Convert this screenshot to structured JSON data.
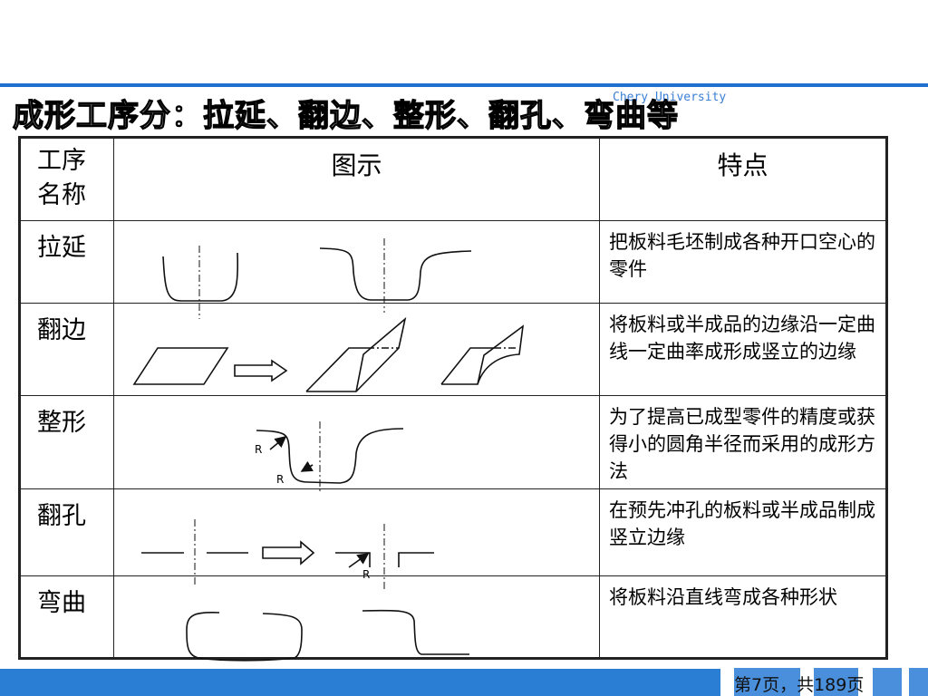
{
  "slide": {
    "title": "成形工序分：拉延、翻边、整形、翻孔、弯曲等",
    "watermark": "Chery University",
    "page_indicator": "第7页，共189页",
    "accent_color": "#2a7fd4"
  },
  "table": {
    "headers": {
      "name": "工序名称",
      "figure": "图示",
      "feature": "特点"
    },
    "rows": [
      {
        "name": "拉延",
        "feature": "把板料毛坯制成各种开口空心的零件"
      },
      {
        "name": "翻边",
        "feature": "将板料或半成品的边缘沿一定曲线一定曲率成形成竖立的边缘"
      },
      {
        "name": "整形",
        "feature": "为了提高已成型零件的精度或获得小的圆角半径而采用的成形方法"
      },
      {
        "name": "翻孔",
        "feature": "在预先冲孔的板料或半成品制成竖立边缘"
      },
      {
        "name": "弯曲",
        "feature": "将板料沿直线弯成各种形状"
      }
    ],
    "diagram_labels": {
      "radius": "R"
    }
  }
}
